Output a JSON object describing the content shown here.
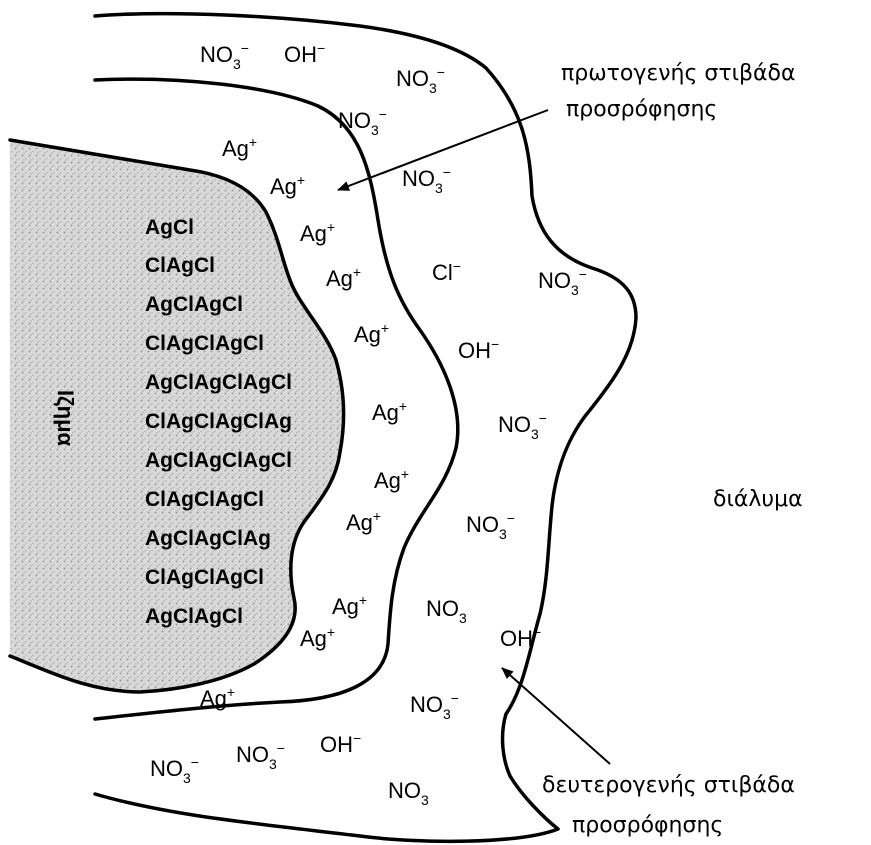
{
  "compounds": [
    "AgCl",
    "ClAgCl",
    "AgClAgCl",
    "ClAgClAgCl",
    "AgClAgClAgCl",
    "ClAgClAgClAg",
    "AgClAgClAgCl",
    "ClAgClAgCl",
    "AgClAgClAg",
    "ClAgClAgCl",
    "AgClAgCl"
  ],
  "precipitate_label": "Ιζημα",
  "solution_label": "διάλυμα",
  "primary_layer_label": [
    "πρωτογενής στιβάδα",
    "προσρόφησης"
  ],
  "secondary_layer_label": [
    "δευτερογενής στιβάδα",
    "προσρόφησης"
  ],
  "ions": {
    "ag": {
      "base": "Ag",
      "sup": "+"
    },
    "no3": {
      "base": "NO",
      "sub": "3",
      "sup": "−"
    },
    "no3_plain": {
      "base": "NO",
      "sub": "3"
    },
    "oh": {
      "base": "OH",
      "sup": "−"
    },
    "cl": {
      "base": "Cl",
      "sup": "−"
    }
  }
}
